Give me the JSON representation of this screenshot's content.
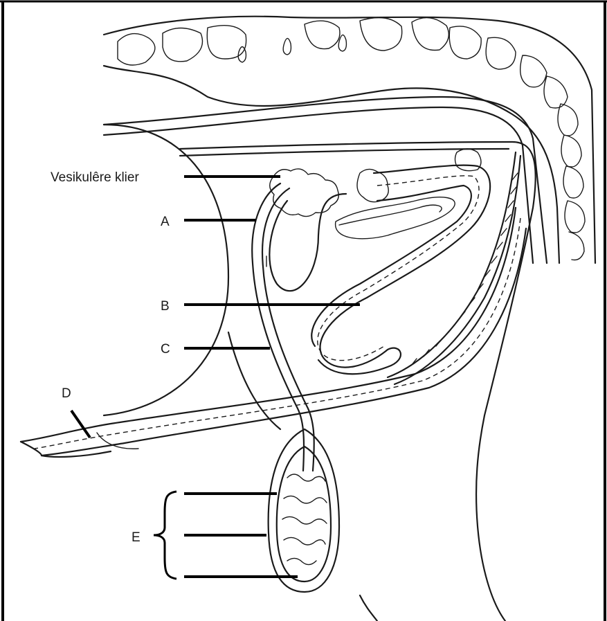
{
  "labels": {
    "vesicular_gland": "Vesikulêre klier",
    "a": "A",
    "b": "B",
    "c": "C",
    "d": "D",
    "e": "E"
  },
  "colors": {
    "ink": "#1a1a1a",
    "background": "#ffffff"
  }
}
